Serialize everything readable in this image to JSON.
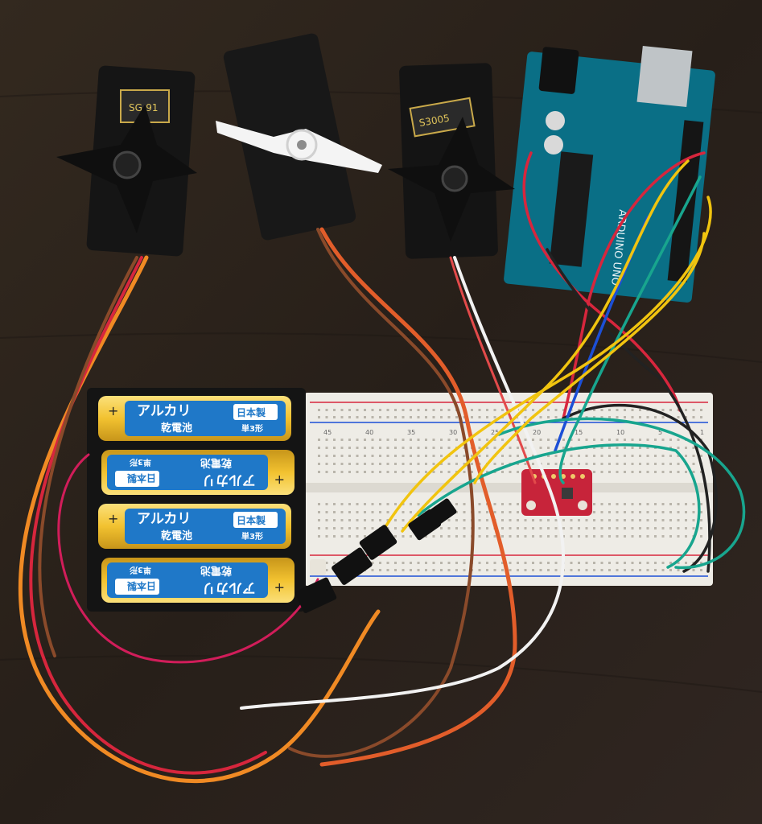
{
  "photo": {
    "subject": "Arduino board with three hobby servos, a 4xAA battery holder, a breadboard and a small red sensor breakout connected by jumper wires"
  },
  "servos": [
    {
      "label": "SG-91"
    },
    {
      "label": ""
    },
    {
      "label": "S3005"
    }
  ],
  "batteries": [
    {
      "text": "アルカリ",
      "sub": "乾電池",
      "badge": "日本製",
      "size": "単3形"
    },
    {
      "text": "アルカリ",
      "sub": "乾電池",
      "badge": "日本製",
      "size": "単3形"
    },
    {
      "text": "アルカリ",
      "sub": "乾電池",
      "badge": "日本製",
      "size": "単3形"
    },
    {
      "text": "アルカリ",
      "sub": "乾電池",
      "badge": "日本製",
      "size": "単3形"
    }
  ],
  "arduino": {
    "label": "ARDUINO UNO"
  },
  "breadboard": {
    "ticks": [
      "45",
      "40",
      "35",
      "30",
      "25",
      "20",
      "15",
      "10",
      "5",
      "1"
    ]
  },
  "colors": {
    "table": "#2a211d",
    "board": "#0a6f86",
    "battery": "#f2c230",
    "battery_blue": "#1f78c8",
    "wire_yellow": "#f1c40f",
    "wire_teal": "#18a58e",
    "wire_red": "#d7263d",
    "wire_orange": "#f08a24",
    "wire_blue": "#1c4fd6",
    "wire_black": "#222222",
    "wire_white": "#f2f2f2",
    "wire_brown": "#8a4a2a"
  }
}
